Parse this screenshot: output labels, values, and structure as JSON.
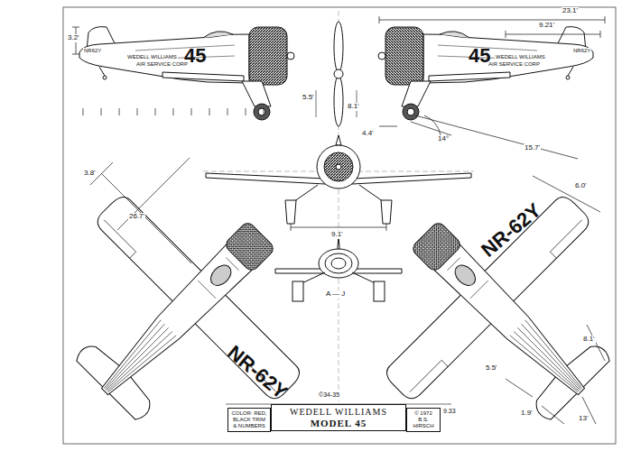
{
  "diagram": {
    "nodes": [
      {
        "text": [
          "COLOR: RED, BLACK TRIM & NUMBERS"
        ]
      },
      {
        "text": [
          "WEDELL WILLIAMS",
          "MODEL 45"
        ]
      },
      {
        "text": [
          "© 1972 B.S. HIRSCH"
        ]
      }
    ],
    "labels": [
      "3.2'",
      "NR62Y",
      "WEDELL WILLIAMS",
      "AIR SERVICE CORP",
      "45",
      "23.1'",
      "9.21'",
      "NR62Y",
      "WEDELL WILLIAMS",
      "AIR SERVICE CORP",
      "45",
      "5.5'",
      "8.1'",
      "14°",
      "4.4'",
      "15.7'",
      "3.8'",
      "26.7'",
      "6.0'",
      "9.1'",
      "A — J",
      "NR-62Y",
      "NR-62Y",
      "8.1'",
      "5.5'",
      "1.9'",
      "13'",
      "©34-35",
      "9.33"
    ]
  }
}
